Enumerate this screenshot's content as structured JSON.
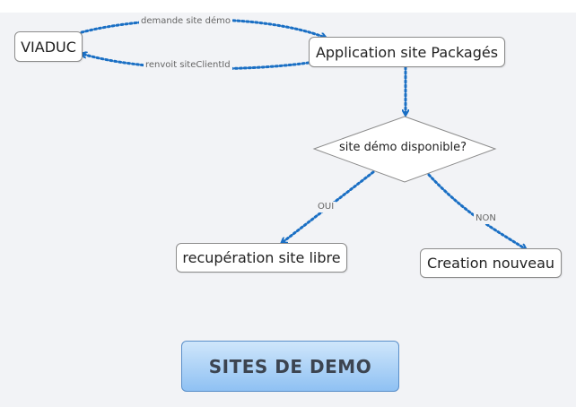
{
  "nodes": {
    "viaduc": "VIADUC",
    "application": "Application site Packagés",
    "decision": "site démo disponible?",
    "recuperation": "recupération site libre",
    "creation": "Creation nouveau",
    "central": "SITES DE DEMO"
  },
  "edges": {
    "request": "demande site démo",
    "response": "renvoit siteClientId",
    "yes": "OUI",
    "no": "NON"
  },
  "colors": {
    "connector": "#1a6fc4",
    "central_fill_top": "#cfe6fb",
    "central_fill_bottom": "#8fc1f3"
  }
}
